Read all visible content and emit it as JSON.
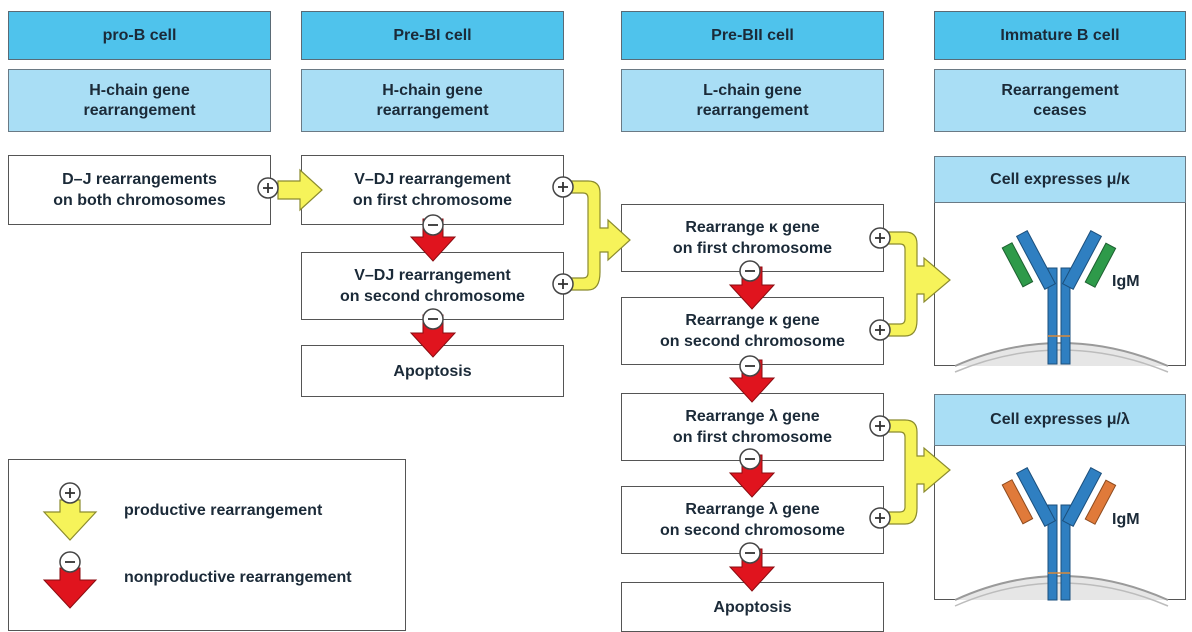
{
  "stages": [
    {
      "stage": "pro-B cell",
      "process": "H-chain gene\nrearrangement"
    },
    {
      "stage": "Pre-BI cell",
      "process": "H-chain gene\nrearrangement"
    },
    {
      "stage": "Pre-BII cell",
      "process": "L-chain gene\nrearrangement"
    },
    {
      "stage": "Immature  B  cell",
      "process": "Rearrangement\nceases"
    }
  ],
  "steps": {
    "dj": "D–J rearrangements\non both chromosomes",
    "vdj_first": "V–DJ rearrangement\non first chromosome",
    "vdj_second": "V–DJ rearrangement\non second chromosome",
    "apoptosis_1": "Apoptosis",
    "kappa_first": "Rearrange κ gene\non first chromosome",
    "kappa_second": "Rearrange κ gene\non second chromosome",
    "lambda_first": "Rearrange λ gene\non first chromosome",
    "lambda_second": "Rearrange λ gene\non second chromosome",
    "apoptosis_2": "Apoptosis"
  },
  "outcomes": {
    "kappa": {
      "title": "Cell expresses μ/κ",
      "antibody": "IgM"
    },
    "lambda": {
      "title": "Cell expresses μ/λ",
      "antibody": "IgM"
    }
  },
  "legend": {
    "productive": "productive rearrangement",
    "nonproductive": "nonproductive rearrangement"
  },
  "signs": {
    "plus": "+",
    "minus": "−"
  },
  "colors": {
    "stage_header": "#4fc3ec",
    "process_header": "#a9def5",
    "productive_arrow": "#f6f35a",
    "nonproductive_arrow": "#e0141e",
    "heavy_chain": "#2f7fc1",
    "kappa_light_chain": "#2e9a4a",
    "lambda_light_chain": "#e07a3a"
  }
}
